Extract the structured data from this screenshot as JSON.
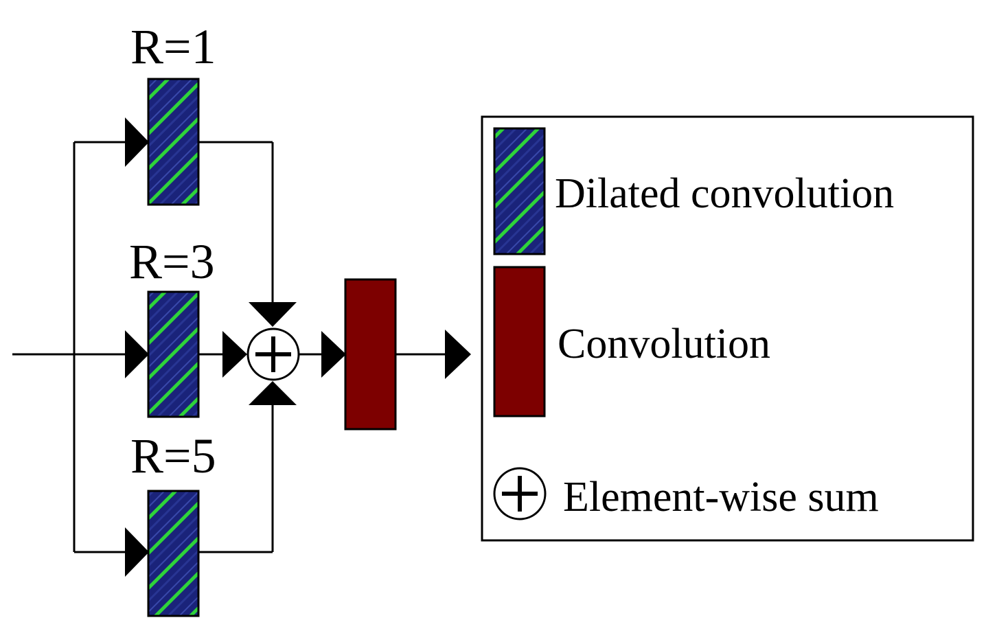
{
  "branches": [
    {
      "label": "R=1"
    },
    {
      "label": "R=3"
    },
    {
      "label": "R=5"
    }
  ],
  "legend": {
    "dilated_label": "Dilated convolution",
    "conv_label": "Convolution",
    "sum_label": "Element-wise sum"
  },
  "colors": {
    "dilated_fill": "#1a237a",
    "dilated_stripe": "#2fd33a",
    "conv_fill": "#7d0000",
    "line": "#000000"
  },
  "icons": {
    "sum": "circled-plus-icon",
    "arrow": "triangle-arrow-icon"
  }
}
